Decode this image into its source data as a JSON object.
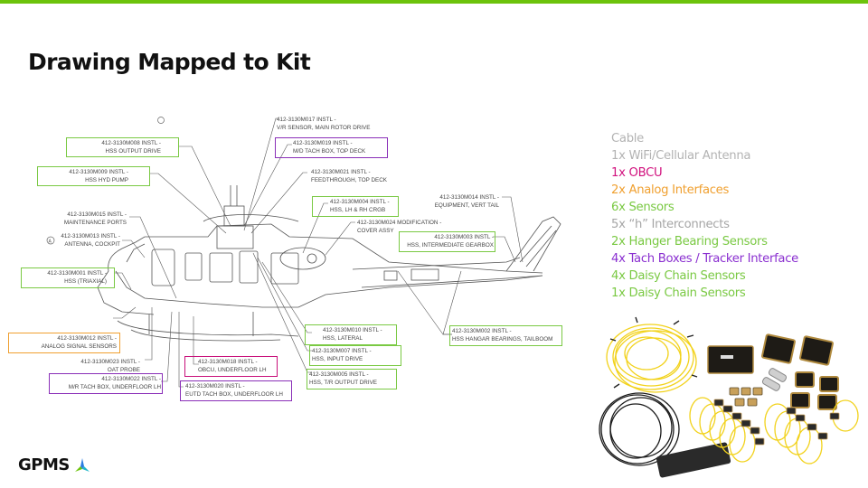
{
  "page": {
    "title": "Drawing Mapped to Kit",
    "accent_color": "#6cc30c"
  },
  "callouts": [
    {
      "id": "m008",
      "line1": "412-3130M008 INSTL -",
      "line2": "HSS OUTPUT DRIVE",
      "category": "sensor",
      "boxed": true
    },
    {
      "id": "m009",
      "line1": "412-3130M009 INSTL -",
      "line2": "HSS HYD PUMP",
      "category": "sensor",
      "boxed": true
    },
    {
      "id": "m015",
      "line1": "412-3130M015 INSTL -",
      "line2": "MAINTENANCE PORTS",
      "category": "none",
      "boxed": false
    },
    {
      "id": "m013",
      "line1": "412-3130M013 INSTL -",
      "line2": "ANTENNA, COCKPIT",
      "category": "none",
      "boxed": false
    },
    {
      "id": "m001",
      "line1": "412-3130M001 INSTL -",
      "line2": "HSS (TRIAXIAL)",
      "category": "sensor",
      "boxed": true
    },
    {
      "id": "m012",
      "line1": "412-3130M012 INSTL -",
      "line2": "ANALOG SIGNAL SENSORS",
      "category": "analog",
      "boxed": true
    },
    {
      "id": "m023",
      "line1": "412-3130M023 INSTL -",
      "line2": "OAT PROBE",
      "category": "none",
      "boxed": false
    },
    {
      "id": "m022",
      "line1": "412-3130M022 INSTL -",
      "line2": "M/R TACH BOX, UNDERFLOOR LH",
      "category": "tach",
      "boxed": true
    },
    {
      "id": "m017",
      "line1": "412-3130M017 INSTL -",
      "line2": "V/R SENSOR, MAIN ROTOR DRIVE",
      "category": "none",
      "boxed": false
    },
    {
      "id": "m019",
      "line1": "412-3130M019 INSTL -",
      "line2": "M/D TACH BOX, TOP DECK",
      "category": "tach",
      "boxed": true
    },
    {
      "id": "m021",
      "line1": "412-3130M021 INSTL -",
      "line2": "FEEDTHROUGH, TOP DECK",
      "category": "none",
      "boxed": false
    },
    {
      "id": "m004",
      "line1": "412-3130M004 INSTL -",
      "line2": "HSS, LH & RH CRGB",
      "category": "sensor",
      "boxed": true
    },
    {
      "id": "m024",
      "line1": "412-3130M024 MODIFICATION -",
      "line2": "COVER ASSY",
      "category": "none",
      "boxed": false
    },
    {
      "id": "m014",
      "line1": "412-3130M014 INSTL -",
      "line2": "EQUIPMENT, VERT TAIL",
      "category": "none",
      "boxed": false
    },
    {
      "id": "m003",
      "line1": "412-3130M003 INSTL -",
      "line2": "HSS, INTERMEDIATE GEARBOX",
      "category": "sensor",
      "boxed": true
    },
    {
      "id": "m010",
      "line1": "412-3130M010 INSTL -",
      "line2": "HSS, LATERAL",
      "category": "sensor",
      "boxed": true
    },
    {
      "id": "m007",
      "line1": "412-3130M007 INSTL -",
      "line2": "HSS, INPUT DRIVE",
      "category": "sensor",
      "boxed": true
    },
    {
      "id": "m005",
      "line1": "412-3130M005 INSTL -",
      "line2": "HSS, T/R OUTPUT DRIVE",
      "category": "sensor",
      "boxed": true
    },
    {
      "id": "m018",
      "line1": "412-3130M018 INSTL -",
      "line2": "OBCU, UNDERFLOOR LH",
      "category": "obcu",
      "boxed": true
    },
    {
      "id": "m020",
      "line1": "412-3130M020 INSTL -",
      "line2": "EUTD TACH BOX, UNDERFLOOR LH",
      "category": "tach",
      "boxed": true
    },
    {
      "id": "m002",
      "line1": "412-3130M002 INSTL -",
      "line2": "HSS HANGAR BEARINGS, TAILBOOM",
      "category": "sensor",
      "boxed": true
    }
  ],
  "drawing_markers": {
    "marker_r": "®",
    "marker_a": "A"
  },
  "category_colors": {
    "sensor": "#7ac943",
    "analog": "#f0a030",
    "tach": "#8a2fb8",
    "obcu": "#c8107a",
    "none": "#444444"
  },
  "legend": [
    {
      "text": "Cable",
      "color": "#b3b3b3"
    },
    {
      "text": "1x WiFi/Cellular Antenna",
      "color": "#b3b3b3"
    },
    {
      "text": "1x OBCU",
      "color": "#d1127e"
    },
    {
      "text": "2x Analog Interfaces",
      "color": "#f0a030"
    },
    {
      "text": "6x Sensors",
      "color": "#7ac943"
    },
    {
      "text": "5x “h” Interconnects",
      "color": "#a6a6a6"
    },
    {
      "text": "2x Hanger Bearing Sensors",
      "color": "#7ac943"
    },
    {
      "text": "4x Tach Boxes / Tracker Interface",
      "color": "#8a2fd0"
    },
    {
      "text": "4x Daisy Chain Sensors",
      "color": "#7ac943"
    },
    {
      "text": "1x Daisy Chain Sensors",
      "color": "#7ac943"
    }
  ],
  "kit_photo": {
    "alt": "GPMS kit components: yellow and black cable harnesses, OBCU unit, tach boxes, sensors"
  },
  "logo": {
    "text": "GPMS"
  }
}
